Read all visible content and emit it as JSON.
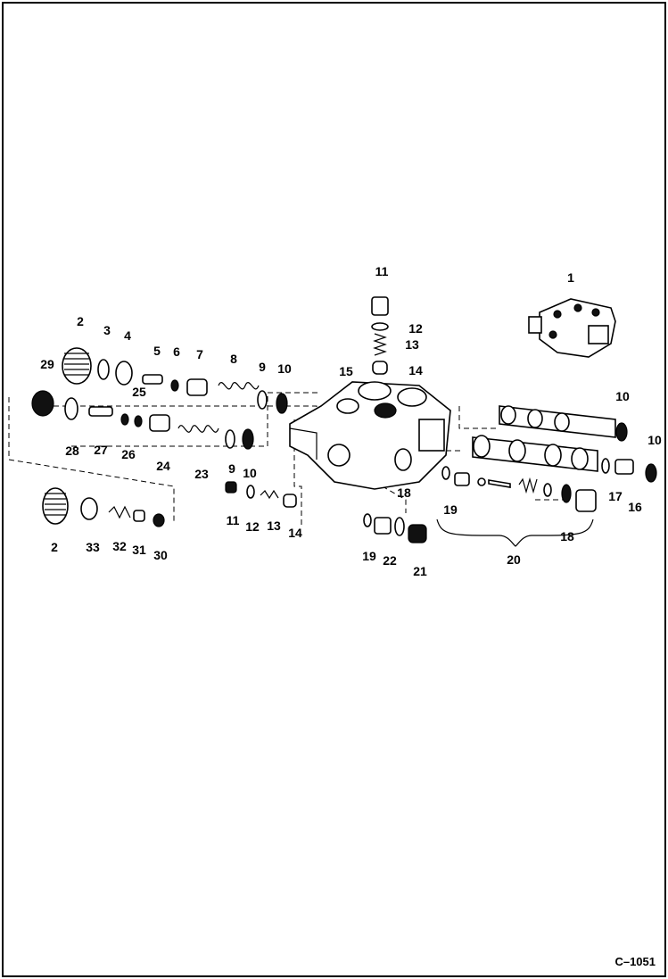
{
  "diagram": {
    "labels": [
      {
        "id": "l11a",
        "text": "11"
      },
      {
        "id": "l12a",
        "text": "12"
      },
      {
        "id": "l13a",
        "text": "13"
      },
      {
        "id": "l14a",
        "text": "14"
      },
      {
        "id": "l1",
        "text": "1"
      },
      {
        "id": "l2a",
        "text": "2"
      },
      {
        "id": "l3",
        "text": "3"
      },
      {
        "id": "l4",
        "text": "4"
      },
      {
        "id": "l5",
        "text": "5"
      },
      {
        "id": "l6",
        "text": "6"
      },
      {
        "id": "l7",
        "text": "7"
      },
      {
        "id": "l8",
        "text": "8"
      },
      {
        "id": "l9a",
        "text": "9"
      },
      {
        "id": "l10a",
        "text": "10"
      },
      {
        "id": "l29",
        "text": "29"
      },
      {
        "id": "l25",
        "text": "25"
      },
      {
        "id": "l15",
        "text": "15"
      },
      {
        "id": "l10b",
        "text": "10"
      },
      {
        "id": "l10c",
        "text": "10"
      },
      {
        "id": "l28",
        "text": "28"
      },
      {
        "id": "l27",
        "text": "27"
      },
      {
        "id": "l26",
        "text": "26"
      },
      {
        "id": "l24",
        "text": "24"
      },
      {
        "id": "l23",
        "text": "23"
      },
      {
        "id": "l9b",
        "text": "9"
      },
      {
        "id": "l10d",
        "text": "10"
      },
      {
        "id": "l17",
        "text": "17"
      },
      {
        "id": "l16",
        "text": "16"
      },
      {
        "id": "l19a",
        "text": "19"
      },
      {
        "id": "l18a",
        "text": "18"
      },
      {
        "id": "l11b",
        "text": "11"
      },
      {
        "id": "l12b",
        "text": "12"
      },
      {
        "id": "l13b",
        "text": "13"
      },
      {
        "id": "l14b",
        "text": "14"
      },
      {
        "id": "l18b",
        "text": "18"
      },
      {
        "id": "l19b",
        "text": "19"
      },
      {
        "id": "l22",
        "text": "22"
      },
      {
        "id": "l21",
        "text": "21"
      },
      {
        "id": "l20",
        "text": "20"
      },
      {
        "id": "l2b",
        "text": "2"
      },
      {
        "id": "l33",
        "text": "33"
      },
      {
        "id": "l32",
        "text": "32"
      },
      {
        "id": "l31",
        "text": "31"
      },
      {
        "id": "l30",
        "text": "30"
      }
    ],
    "figure_code": "C–1051"
  }
}
